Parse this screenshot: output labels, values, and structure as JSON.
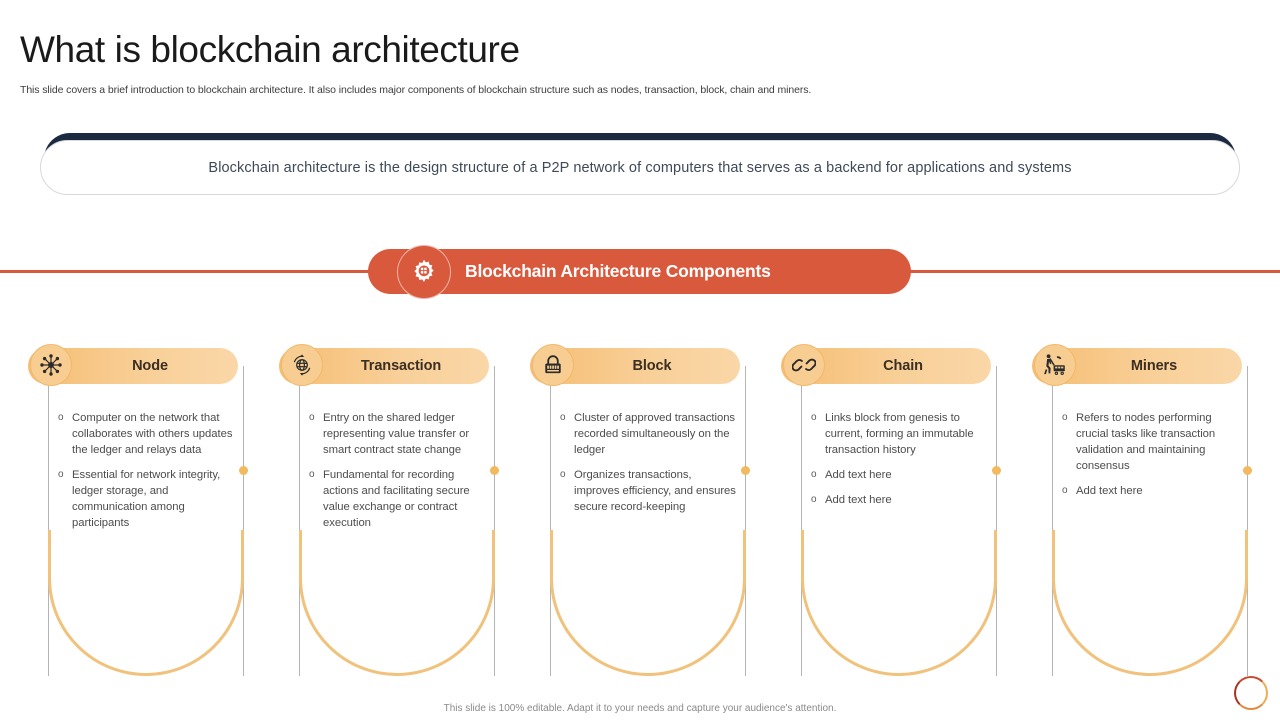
{
  "header": {
    "title": "What is blockchain architecture",
    "subtitle": "This slide covers a brief introduction to blockchain architecture. It also includes major components of blockchain structure such as nodes, transaction, block, chain and miners."
  },
  "banner": {
    "text": "Blockchain architecture is the design structure  of a P2P network of computers that serves as a backend for applications and systems"
  },
  "section": {
    "label": "Blockchain Architecture Components",
    "icon": "gear-cog-icon",
    "accent_color": "#d9593d"
  },
  "columns": [
    {
      "title": "Node",
      "icon": "network-hub-icon",
      "bullets": [
        "Computer  on the network that collaborates  with others updates the ledger and relays data",
        "Essential for  network integrity, ledger storage, and communication among participants"
      ]
    },
    {
      "title": "Transaction",
      "icon": "globe-exchange-icon",
      "bullets": [
        "Entry on the shared ledger representing value transfer  or smart contract state change",
        "Fundamental  for recording  actions and facilitating  secure value exchange or contract execution"
      ]
    },
    {
      "title": "Block",
      "icon": "padlock-icon",
      "bullets": [
        "Cluster of approved transactions recorded simultaneously on the ledger",
        "Organizes transactions, improves  efficiency, and ensures  secure record-keeping"
      ]
    },
    {
      "title": "Chain",
      "icon": "chain-link-icon",
      "bullets": [
        "Links block from  genesis to current, forming an immutable transaction history",
        "Add text here",
        "Add text here"
      ]
    },
    {
      "title": "Miners",
      "icon": "miner-cart-icon",
      "bullets": [
        "Refers  to nodes performing  crucial tasks like transaction validation  and maintaining consensus",
        "Add text here"
      ]
    }
  ],
  "bullet_marker": "o",
  "footer": {
    "text": "This slide is 100% editable.  Adapt it to your needs and capture your audience's attention."
  },
  "palette": {
    "accent_orange": "#d9593d",
    "pill_orange": "#f6bd72",
    "rail_tan": "#f0c27b",
    "banner_navy": "#1b2a41"
  }
}
